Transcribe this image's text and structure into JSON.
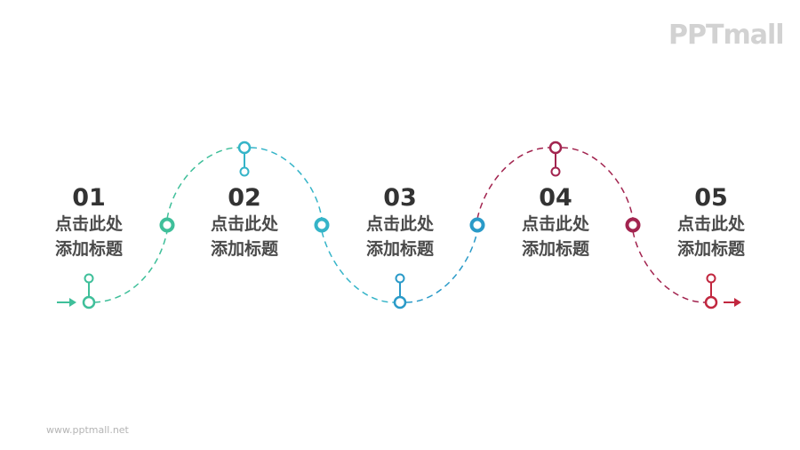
{
  "logo": {
    "text": "PPTmall"
  },
  "footer": {
    "url": "www.pptmall.net"
  },
  "colors": {
    "green": "#3fbf9a",
    "teal": "#35b4c8",
    "blue": "#2a9ac8",
    "maroon": "#a2244f",
    "red": "#c1273f",
    "text": "#3e3e3e"
  },
  "steps": [
    {
      "number": "01",
      "line1": "点击此处",
      "line2": "添加标题"
    },
    {
      "number": "02",
      "line1": "点击此处",
      "line2": "添加标题"
    },
    {
      "number": "03",
      "line1": "点击此处",
      "line2": "添加标题"
    },
    {
      "number": "04",
      "line1": "点击此处",
      "line2": "添加标题"
    },
    {
      "number": "05",
      "line1": "点击此处",
      "line2": "添加标题"
    }
  ]
}
